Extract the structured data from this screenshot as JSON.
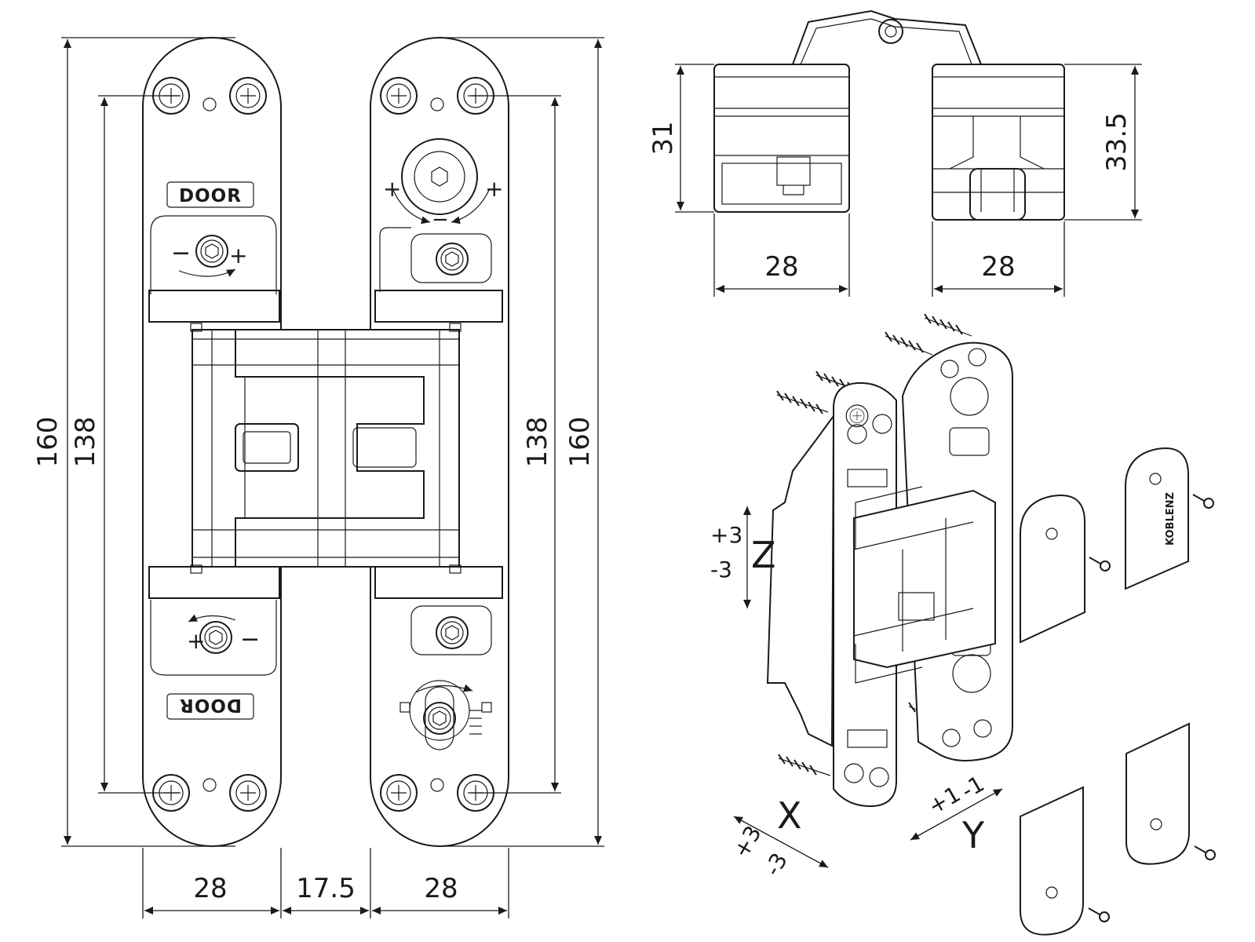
{
  "front_view": {
    "height_total": "160",
    "height_holes": "138",
    "width_leaf": "28",
    "gap": "17.5",
    "plate_label": "DOOR"
  },
  "side_view": {
    "height_left": "31",
    "height_right": "33.5",
    "width_left": "28",
    "width_right": "28"
  },
  "adjustments": {
    "z_axis": "Z",
    "z_plus": "+3",
    "z_minus": "-3",
    "x_axis": "X",
    "x_plus": "+3",
    "x_minus": "-3",
    "y_axis": "Y",
    "y_plus": "+1",
    "y_minus": "-1",
    "cap_brand": "KOBLENZ"
  }
}
